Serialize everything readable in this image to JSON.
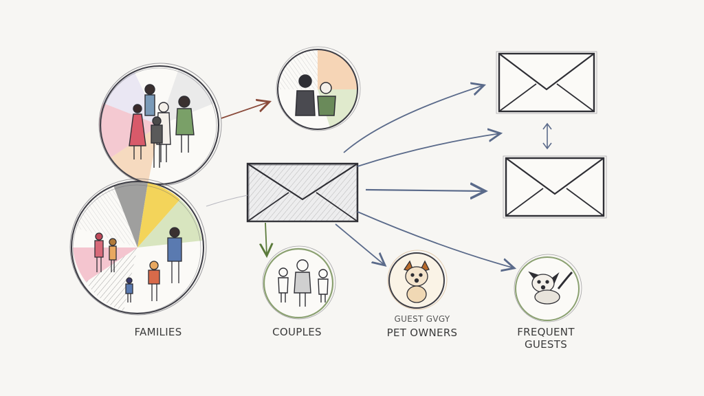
{
  "labels": {
    "families": "FAMILIES",
    "couples": "COUPLES",
    "pet_owners_scribble": "GUEST GVGY",
    "pet_owners": "PET OWNERS",
    "frequent_guests_line1": "FREQUENT",
    "frequent_guests_line2": "GUESTS"
  },
  "colors": {
    "pencil": "#3c3c44",
    "arrow_blue": "#5a6a8a",
    "arrow_brown": "#8a4a3a",
    "arrow_green": "#5a7a3a",
    "wedge_pink": "#f2b8c4",
    "wedge_orange": "#f3c49a",
    "wedge_green": "#cfe0b0",
    "wedge_yellow": "#f3d45a",
    "wedge_gray": "#9a9a9a"
  }
}
